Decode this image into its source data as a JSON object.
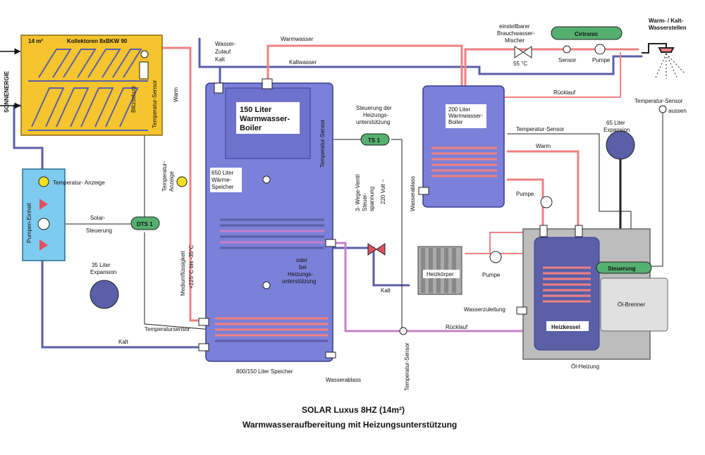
{
  "title": {
    "line1": "SOLAR Luxus 8HZ (14m²)",
    "line2": "Warmwasseraufbereitung mit Heizungsunterstützung"
  },
  "labels": {
    "area": "14 m²",
    "collectors": "Kollektoren 8xBKW 90",
    "sun_energy": "SONNENERGIE",
    "lightning": "Blitzschutz",
    "temp_sensor_vertical": "Temperatur-Sensor",
    "warm_left": "Warm",
    "pump_unit": "Pumpen-Einheit",
    "temp_display": "Temperatur- Anzeige",
    "solar_control_1": "Solar-",
    "solar_control_2": "Steuerung",
    "dts": "DTS 1",
    "temp_display_vertical_1": "Temperatur-",
    "temp_display_vertical_2": "Anzeige",
    "medium_1": "Mediumflüssigkeit",
    "medium_2": "+225°C bis -35°C",
    "exp35_1": "35 Liter",
    "exp35_2": "Expansion",
    "kalt_bottom": "Kalt",
    "temperatursensor": "Temperatursensor",
    "wasser_zulauf_1": "Wasser-",
    "wasser_zulauf_2": "Zulauf",
    "wasser_zulauf_3": "Kalt",
    "warmwasser": "Warmwasser",
    "kaltwasser": "Kaltwasser",
    "boiler150_1": "150 Liter",
    "boiler150_2": "Warmwasser-",
    "boiler150_3": "Boiler",
    "speicher650_1": "650 Liter",
    "speicher650_2": "Wärme-",
    "speicher650_3": "Speicher",
    "temp_sensor_tank": "Temperatur-Sensor",
    "oder_1": "oder",
    "oder_2": "bei",
    "oder_3": "Heizungs-",
    "oder_4": "unterstützung",
    "speicher800": "800/150 Liter Speicher",
    "wasserablass_1": "Wasserablass",
    "steuerung_heiz_1": "Steuerung der",
    "steuerung_heiz_2": "Heizungs-",
    "steuerung_heiz_3": "unterstützung",
    "ts": "TS 1",
    "ventil_1": "3- Wege-Ventil",
    "ventil_2": "Steuer-",
    "ventil_3": "spannung",
    "volt": "220 Volt ~",
    "kalt_mid": "Kalt",
    "wasserablass_2": "Wasserablass",
    "temp_sensor_bottom": "Temperatur-Sensor",
    "ruecklauf_bottom": "Rücklauf",
    "heizkoerper": "Heizkörper",
    "pumpe_low": "Pumpe",
    "mischer_1": "einstellbarer",
    "mischer_2": "Brauchwasser-",
    "mischer_3": "Mischer",
    "deg55": "55 °C",
    "cirtronic": "Cirtronic",
    "sensor": "Sensor",
    "pumpe_top": "Pumpe",
    "warm_kalt_1": "Warm- / Kalt-",
    "warm_kalt_2": "Wasserstellen",
    "ruecklauf_top": "Rücklauf",
    "boiler200_1": "200 Liter",
    "boiler200_2": "Warmwasser-",
    "boiler200_3": "Boiler",
    "temp_sensor_right": "Temperatur-Sensor",
    "warm_right": "Warm",
    "pumpe_mid": "Pumpe",
    "exp65_1": "65 Liter",
    "exp65_2": "Expansion",
    "temp_aussen_1": "Temperatur-Sensor",
    "temp_aussen_2": "aussen",
    "steuerung_box": "Steuerung",
    "wasserzuleitung": "Wasserzuleitung",
    "heizkessel": "Heizkessel",
    "oel_brenner": "Öl-Brenner",
    "oel_heizung": "Öl-Heizung"
  },
  "colors": {
    "collector": "#f5c42e",
    "pump_box": "#7ecbf0",
    "tank": "#7b80d8",
    "tank_inner": "#6e72cc",
    "hot_pipe": "#f08080",
    "cold_pipe": "#5a5fa8",
    "controller": "#55b070",
    "heating_grey": "#bdbdbd"
  }
}
